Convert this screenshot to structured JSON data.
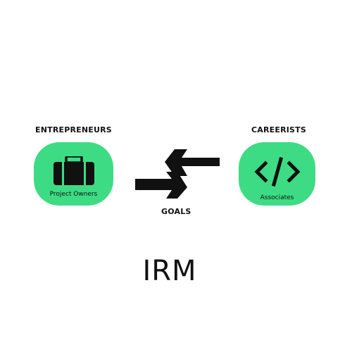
{
  "diagram": {
    "title": "IRM",
    "center_label": "GOALS",
    "left": {
      "heading": "ENTREPRENEURS",
      "caption": "Project Owners",
      "icon": "briefcase-icon"
    },
    "right": {
      "heading": "CAREERISTS",
      "caption": "Associates",
      "icon": "code-icon"
    },
    "colors": {
      "pill": "#3ddc84",
      "ink": "#111111"
    }
  }
}
